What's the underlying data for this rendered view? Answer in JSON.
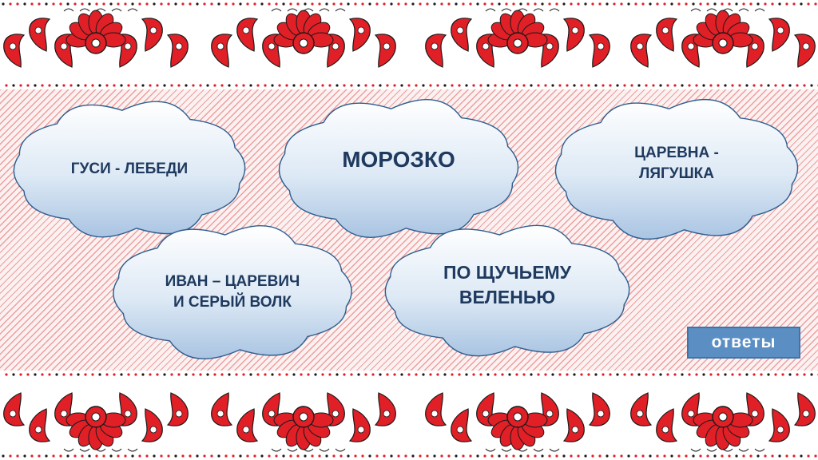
{
  "slide": {
    "colors": {
      "ornament_red": "#e01f26",
      "ornament_black": "#1a1a1a",
      "hatch": "#e25a5a",
      "cloud_fill_top": "#ffffff",
      "cloud_fill_bottom": "#a9c4e2",
      "cloud_stroke": "#2f5d8f",
      "text": "#1f3a5f",
      "button": "#5b8fc4"
    },
    "clouds": [
      {
        "label": "ГУСИ - ЛЕБЕДИ"
      },
      {
        "label": "МОРОЗКО"
      },
      {
        "label": "ЦАРЕВНА -\nЛЯГУШКА"
      },
      {
        "label": "ИВАН – ЦАРЕВИЧ\nИ СЕРЫЙ ВОЛК"
      },
      {
        "label": "ПО ЩУЧЬЕМУ\nВЕЛЕНЬЮ"
      }
    ],
    "answers_button": {
      "label": "ответы"
    }
  }
}
